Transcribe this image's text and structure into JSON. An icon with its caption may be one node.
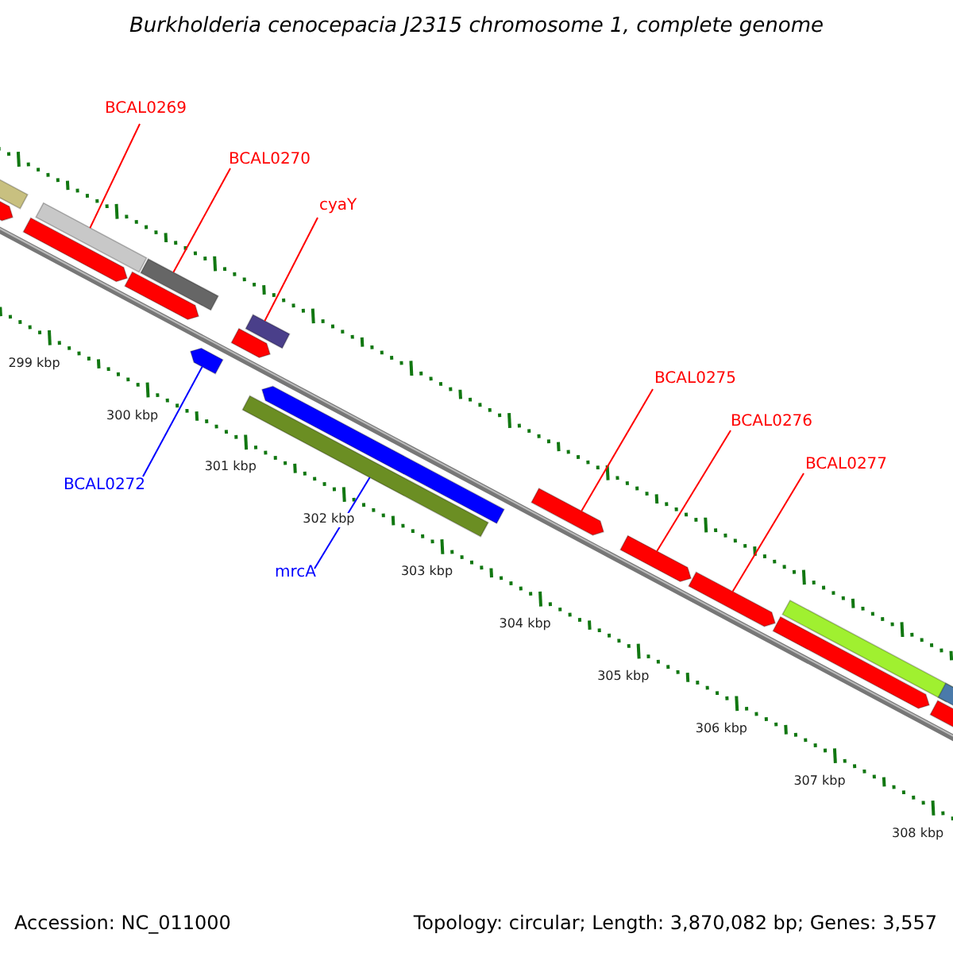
{
  "diagram": {
    "title": "Burkholderia cenocepacia J2315 chromosome 1, complete genome",
    "nodes": [
      {
        "text": [
          "BCAL0269"
        ]
      },
      {
        "text": [
          "BCAL0270"
        ]
      },
      {
        "text": [
          "cyaY"
        ]
      },
      {
        "text": [
          "BCAL0275"
        ]
      },
      {
        "text": [
          "BCAL0276"
        ]
      },
      {
        "text": [
          "BCAL0277"
        ]
      },
      {
        "text": [
          "BCAL0272"
        ]
      },
      {
        "text": [
          "mrcA"
        ]
      },
      {
        "text": [],
        "shape": "bar"
      },
      {
        "text": [],
        "shape": "arrow"
      },
      {
        "text": [],
        "shape": "arrow"
      },
      {
        "text": [],
        "shape": "bar"
      },
      {
        "text": [],
        "shape": "arrow"
      },
      {
        "text": [],
        "shape": "bar"
      },
      {
        "text": [],
        "shape": "arrow"
      },
      {
        "text": [],
        "shape": "arrow"
      },
      {
        "text": [],
        "shape": "bar"
      },
      {
        "text": [],
        "shape": "bar"
      },
      {
        "text": [],
        "shape": "arrow"
      },
      {
        "text": [],
        "shape": "arrow"
      },
      {
        "text": [],
        "shape": "arrow"
      },
      {
        "text": [],
        "shape": "arrow"
      },
      {
        "text": [],
        "shape": "arrow"
      },
      {
        "text": [],
        "shape": "bar"
      },
      {
        "text": [],
        "shape": "arrow"
      },
      {
        "text": [],
        "shape": "bar"
      }
    ],
    "edges": [
      {
        "from": 0,
        "to": 11,
        "arrow": "none"
      },
      {
        "from": 1,
        "to": 13,
        "arrow": "none"
      },
      {
        "from": 2,
        "to": 17,
        "arrow": "none"
      },
      {
        "from": 3,
        "to": 19,
        "arrow": "none"
      },
      {
        "from": 4,
        "to": 20,
        "arrow": "none"
      },
      {
        "from": 5,
        "to": 21,
        "arrow": "none"
      },
      {
        "from": 6,
        "to": 14,
        "arrow": "none",
        "color": "#0000ff"
      },
      {
        "from": 7,
        "to": 16,
        "arrow": "none",
        "color": "#0000ff"
      }
    ],
    "labels": [
      "299 kbp",
      "300 kbp",
      "301 kbp",
      "302 kbp",
      "303 kbp",
      "304 kbp",
      "305 kbp",
      "306 kbp",
      "307 kbp",
      "308 kbp",
      "Accession: NC_011000",
      "Topology: circular; Length: 3,870,082 bp; Genes: 3,557"
    ]
  }
}
